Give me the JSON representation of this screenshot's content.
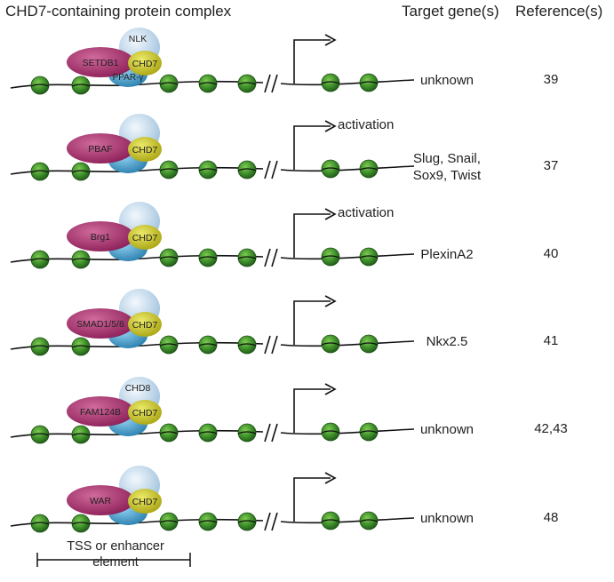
{
  "headers": {
    "complex": "CHD7-containing protein complex",
    "target": "Target gene(s)",
    "reference": "Reference(s)"
  },
  "rows": [
    {
      "partners": [
        "SETDB1",
        "NLK",
        "PPAR-γ"
      ],
      "chd": "CHD7",
      "activation": "",
      "target": "unknown",
      "reference": "39"
    },
    {
      "partners": [
        "PBAF"
      ],
      "chd": "CHD7",
      "activation": "activation",
      "target": "Slug, Snail,\nSox9, Twist",
      "reference": "37"
    },
    {
      "partners": [
        "Brg1"
      ],
      "chd": "CHD7",
      "activation": "activation",
      "target": "PlexinA2",
      "reference": "40"
    },
    {
      "partners": [
        "SMAD1/5/8"
      ],
      "chd": "CHD7",
      "activation": "",
      "target": "Nkx2.5",
      "reference": "41"
    },
    {
      "partners": [
        "FAM124B",
        "CHD8"
      ],
      "chd": "CHD7",
      "activation": "",
      "target": "unknown",
      "reference": "42,43"
    },
    {
      "partners": [
        "WAR"
      ],
      "chd": "CHD7",
      "activation": "",
      "target": "unknown",
      "reference": "48"
    }
  ],
  "footer": {
    "bracket_label": "TSS or enhancer element"
  },
  "colors": {
    "nucleosome": "#3e8f2a",
    "partner": "#a8346f",
    "chd7": "#c7c21f",
    "light_blue": "#c9dff0",
    "blue": "#3a9ccc",
    "dna": "#111111"
  }
}
